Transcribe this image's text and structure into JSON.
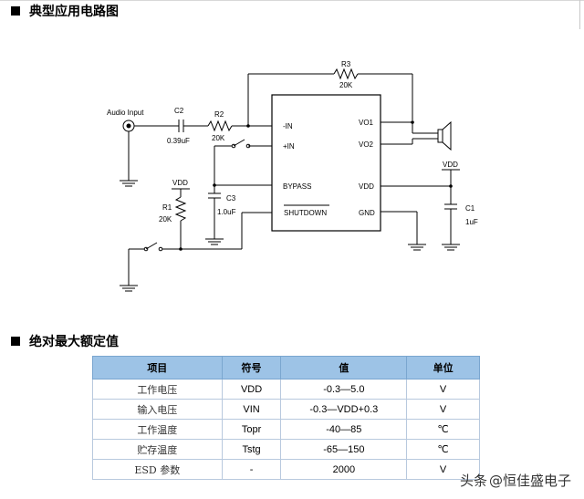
{
  "titles": {
    "circuit": "典型应用电路图",
    "ratings": "绝对最大额定值"
  },
  "schematic": {
    "audio_input": "Audio Input",
    "c2": "C2",
    "c2_value": "0.39uF",
    "r2": "R2",
    "r2_value": "20K",
    "r3": "R3",
    "r3_value": "20K",
    "r1": "R1",
    "r1_value": "20K",
    "vdd_r1": "VDD",
    "c3": "C3",
    "c3_value": "1.0uF",
    "c1": "C1",
    "c1_value": "1uF",
    "vdd_c1": "VDD",
    "pins": {
      "in_minus": "-IN",
      "in_plus": "+IN",
      "bypass": "BYPASS",
      "shutdown": "SHUTDOWN",
      "vo1": "VO1",
      "vo2": "VO2",
      "vdd": "VDD",
      "gnd": "GND"
    }
  },
  "table": {
    "headers": [
      "项目",
      "符号",
      "值",
      "单位"
    ],
    "rows": [
      [
        "工作电压",
        "VDD",
        "-0.3—5.0",
        "V"
      ],
      [
        "输入电压",
        "VIN",
        "-0.3—VDD+0.3",
        "V"
      ],
      [
        "工作温度",
        "Topr",
        "-40—85",
        "℃"
      ],
      [
        "贮存温度",
        "Tstg",
        "-65—150",
        "℃"
      ],
      [
        "ESD 参数",
        "-",
        "2000",
        "V"
      ]
    ]
  },
  "watermark": {
    "brand": "头条",
    "handle": "@恒佳盛电子"
  }
}
